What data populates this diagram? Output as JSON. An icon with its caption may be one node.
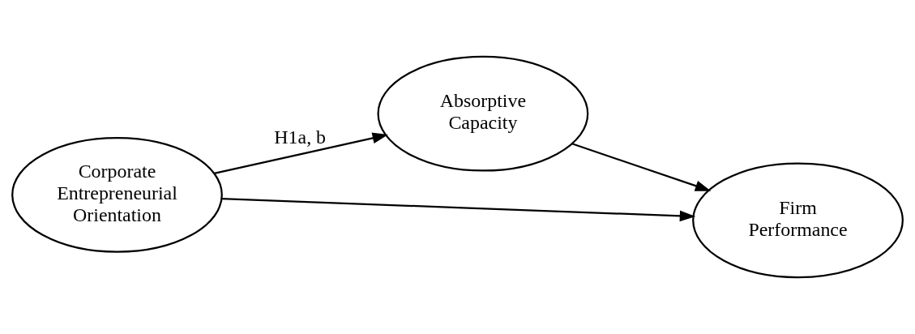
{
  "diagram": {
    "nodes": [
      {
        "text": [
          "Absorptive Capacity"
        ]
      },
      {
        "text": [
          "Corporate Entrepreneurial Orientation"
        ]
      },
      {
        "text": [
          "Firm Performance"
        ]
      }
    ],
    "edges": [
      {
        "from": 1,
        "to": 0,
        "arrow": "to",
        "label": "H1a, b"
      },
      {
        "from": 0,
        "to": 2,
        "arrow": "to"
      },
      {
        "from": 1,
        "to": 2,
        "arrow": "to"
      }
    ]
  }
}
